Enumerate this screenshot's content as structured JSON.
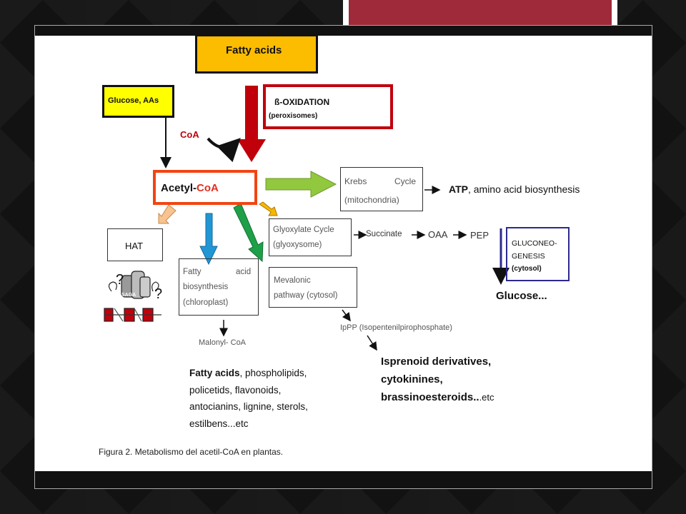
{
  "nodes": {
    "fatty_acids_top": "Fatty acids",
    "glucose": "Glucose, AAs",
    "beta_ox_1": "ß-OXIDATION",
    "beta_ox_2": "(peroxisomes)",
    "coa": "CoA",
    "acetyl_main": "Acetyl-",
    "acetyl_coa": "CoA",
    "krebs_1a": "Krebs",
    "krebs_1b": "Cycle",
    "krebs_2": "(mitochondria)",
    "atp_bold": "ATP",
    "atp_rest": ", amino acid biosynthesis",
    "hat": "HAT",
    "glyox_1": "Glyoxylate Cycle",
    "glyox_2": "(glyoxysome)",
    "succinate": "Succinate",
    "oaa": "OAA",
    "pep": "PEP",
    "gluco_1": "GLUCONEO-",
    "gluco_2": "GENESIS",
    "gluco_3": "(cytosol)",
    "glucose_out": "Glucose...",
    "fab_1a": "Fatty",
    "fab_1b": "acid",
    "fab_2": "biosynthesis",
    "fab_3": "(chloroplast)",
    "meva_1": "Mevalonic",
    "meva_2": "pathway (cytosol)",
    "ipp": "IpPP (Isopentenilpirophosphate)",
    "malonyl": "Malonyl- CoA",
    "fa_out_bold": "Fatty acids",
    "fa_out_rest": ", phospholipids,",
    "fa_out_2": "policetids, flavonoids,",
    "fa_out_3": "antocianins, lignine, sterols,",
    "fa_out_4": "estilbens...etc",
    "iso_1": "Isprenoid derivatives,",
    "iso_2": "cytokinines,",
    "iso_3_bold": "brassinoesteroids..",
    "iso_3_rest": ".etc",
    "saga": "SAGA"
  },
  "caption": "Figura 2. Metabolismo del acetil-CoA en plantas.",
  "colors": {
    "title_bar": "#9e2a3a",
    "fatty_box": "#fcbc00",
    "glucose_box": "#ffff00",
    "red": "#c0000b",
    "acetyl_border": "#f24411",
    "green_arrow": "#92c83e",
    "blue_arrow": "#2196d4",
    "dark_green_arrow": "#1ea048",
    "orange_arrow": "#f7c38f",
    "gluco_box": "#2d2a8e"
  }
}
